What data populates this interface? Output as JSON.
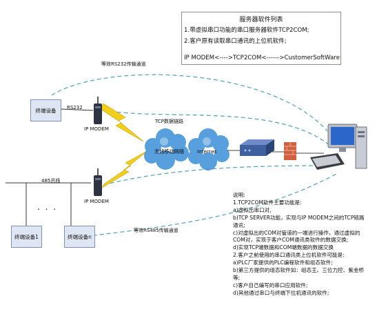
{
  "software_list": {
    "title": "服务器软件列表",
    "line1": "1.带虚拟串口功能的串口服务器软件TCP2COM;",
    "line2": "2.客户原有读取串口通讯的上位机软件;",
    "line3": "IP MODEM<---->TCP2COM<------>CustomerSoftWare"
  },
  "labels": {
    "rs232_channel": "等效RS232传输通道",
    "rs485_channel": "等效RS485传输通道",
    "terminal_top": "终端设备",
    "rs232": "RS232",
    "ip_modem_top": "IP MODEM",
    "tcp_link": "TCP数据链路",
    "wireless_network": "无线移动网络",
    "internet": "Internet",
    "bus_485": "485总线",
    "ip_modem_bottom": "IP MODEM",
    "ellipsis": ". . .",
    "terminal_1": "终端设备1",
    "terminal_n": "终端设备n"
  },
  "notes": {
    "heading": "说明:",
    "lines": [
      "1.TCP2COM软件主要功能是:",
      "a)虚拟出串口对,",
      "b)TCP SERVER功能，实现与IP MODEM之间的TCP链路",
      "通讯;",
      "c)对虚拟出的COM对管道的一端进行操作，通过虚拟的",
      "COM对，实现于客户COM通讯类软件的数据交换;",
      "d)实现TCP端数据和COM端数据的数据交换",
      "2.客户之前使用的串口通讯类上位机软件可能是:",
      "a)PLC厂家提供的PLC编程软件和组态软件;",
      "b)第三方提供的组态软件如：组态王、三位力控、紫金桥",
      "等;",
      "c)客户自己编写的串口应用软件;",
      "d)其他通过串口与终端下位机通讯的软件;"
    ]
  },
  "colors": {
    "dashed_line": "#5aa7b8",
    "lightning": "#f2cf1b",
    "cloud": "#3a8fd8",
    "router": "#3f5f9f",
    "firewall": "#d06040",
    "device_box": "#dfe6f3"
  }
}
